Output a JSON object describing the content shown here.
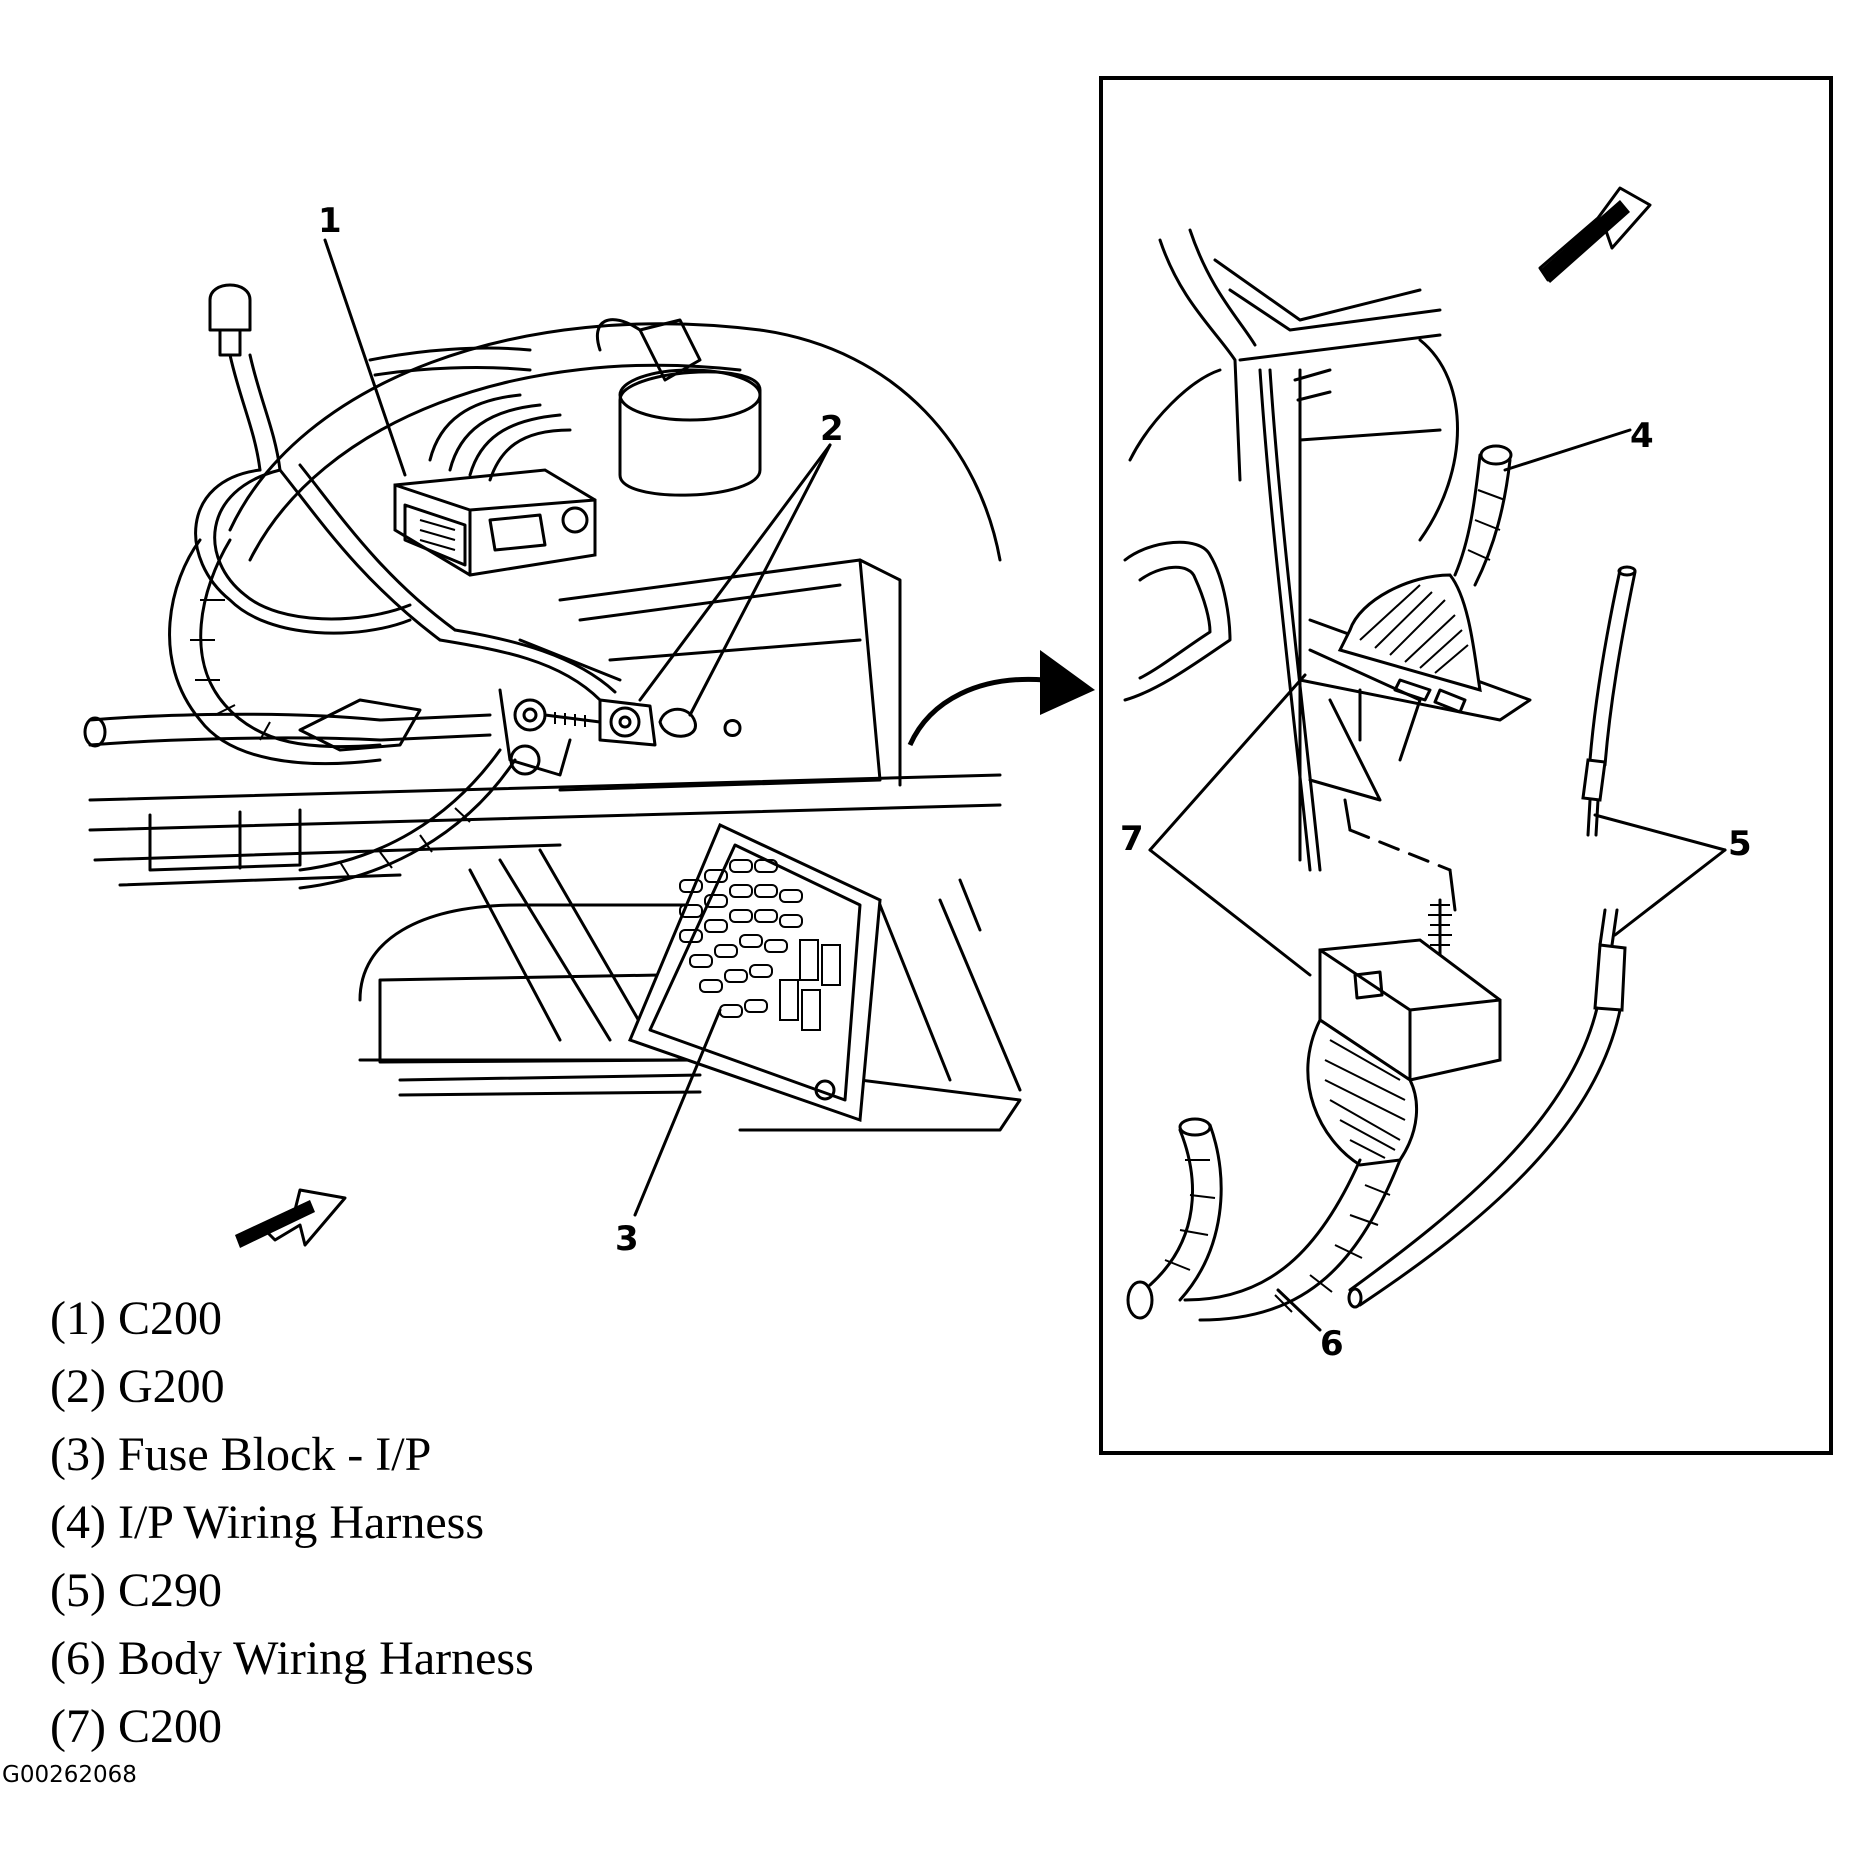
{
  "callouts": {
    "c1": "1",
    "c2": "2",
    "c3": "3",
    "c4": "4",
    "c5": "5",
    "c6": "6",
    "c7": "7"
  },
  "legend": [
    "(1) C200",
    "(2) G200",
    "(3) Fuse Block - I/P",
    "(4) I/P Wiring Harness",
    "(5) C290",
    "(6) Body Wiring Harness",
    "(7) C200"
  ],
  "figure_id": "G00262068"
}
